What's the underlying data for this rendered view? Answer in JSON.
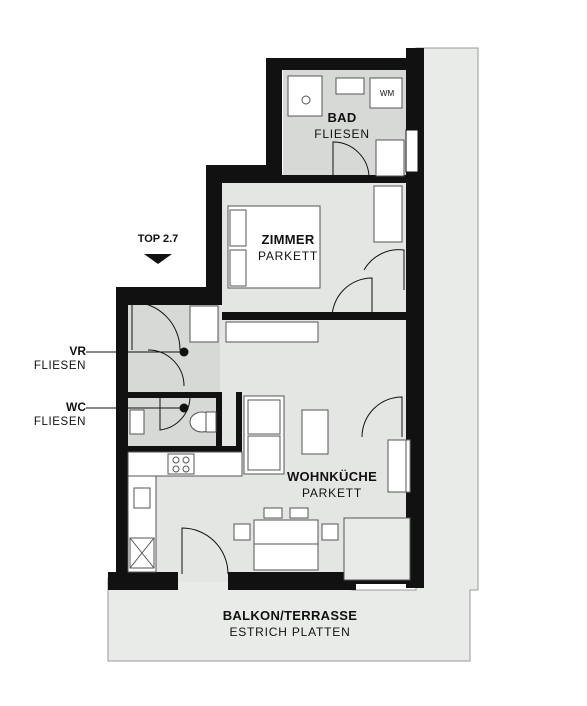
{
  "plan": {
    "unit_marker": "TOP 2.7",
    "appliance": "WM",
    "rooms": [
      {
        "key": "bad",
        "name": "BAD",
        "floor": "FLIESEN"
      },
      {
        "key": "zimmer",
        "name": "ZIMMER",
        "floor": "PARKETT"
      },
      {
        "key": "vr",
        "name": "VR",
        "floor": "FLIESEN"
      },
      {
        "key": "wc",
        "name": "WC",
        "floor": "FLIESEN"
      },
      {
        "key": "wohnkueche",
        "name": "WOHNKÜCHE",
        "floor": "PARKETT"
      },
      {
        "key": "balkon",
        "name": "BALKON/TERRASSE",
        "floor": "ESTRICH PLATTEN"
      }
    ]
  },
  "colors": {
    "wall": "#111111",
    "tile_floor": "#d7d9d7",
    "parquet_floor": "#e4e6e4",
    "terrace": "#e9ebe9",
    "fixture_line": "#6a6a6a"
  }
}
